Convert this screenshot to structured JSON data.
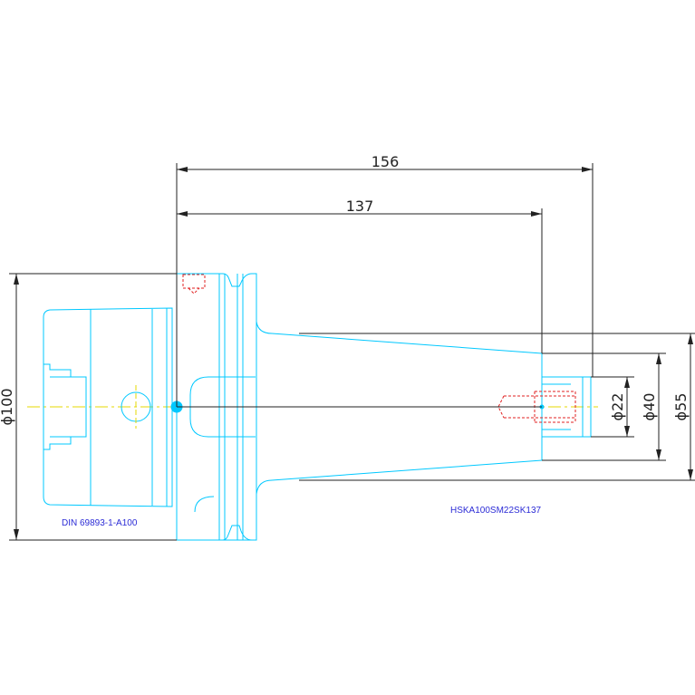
{
  "dimensions": {
    "overall_length": "156",
    "gauge_length": "137",
    "dia_flange": "ϕ100",
    "dia_22": "ϕ22",
    "dia_40": "ϕ40",
    "dia_55": "ϕ55"
  },
  "notes": {
    "standard": "DIN 69893-1-A100",
    "part_number": "HSKA100SM22SK137"
  },
  "colors": {
    "outline": "#00c8ff",
    "dimension": "#222222",
    "centerline": "#e6d800",
    "hidden": "#e02020",
    "text_blue": "#2b2bd6"
  }
}
